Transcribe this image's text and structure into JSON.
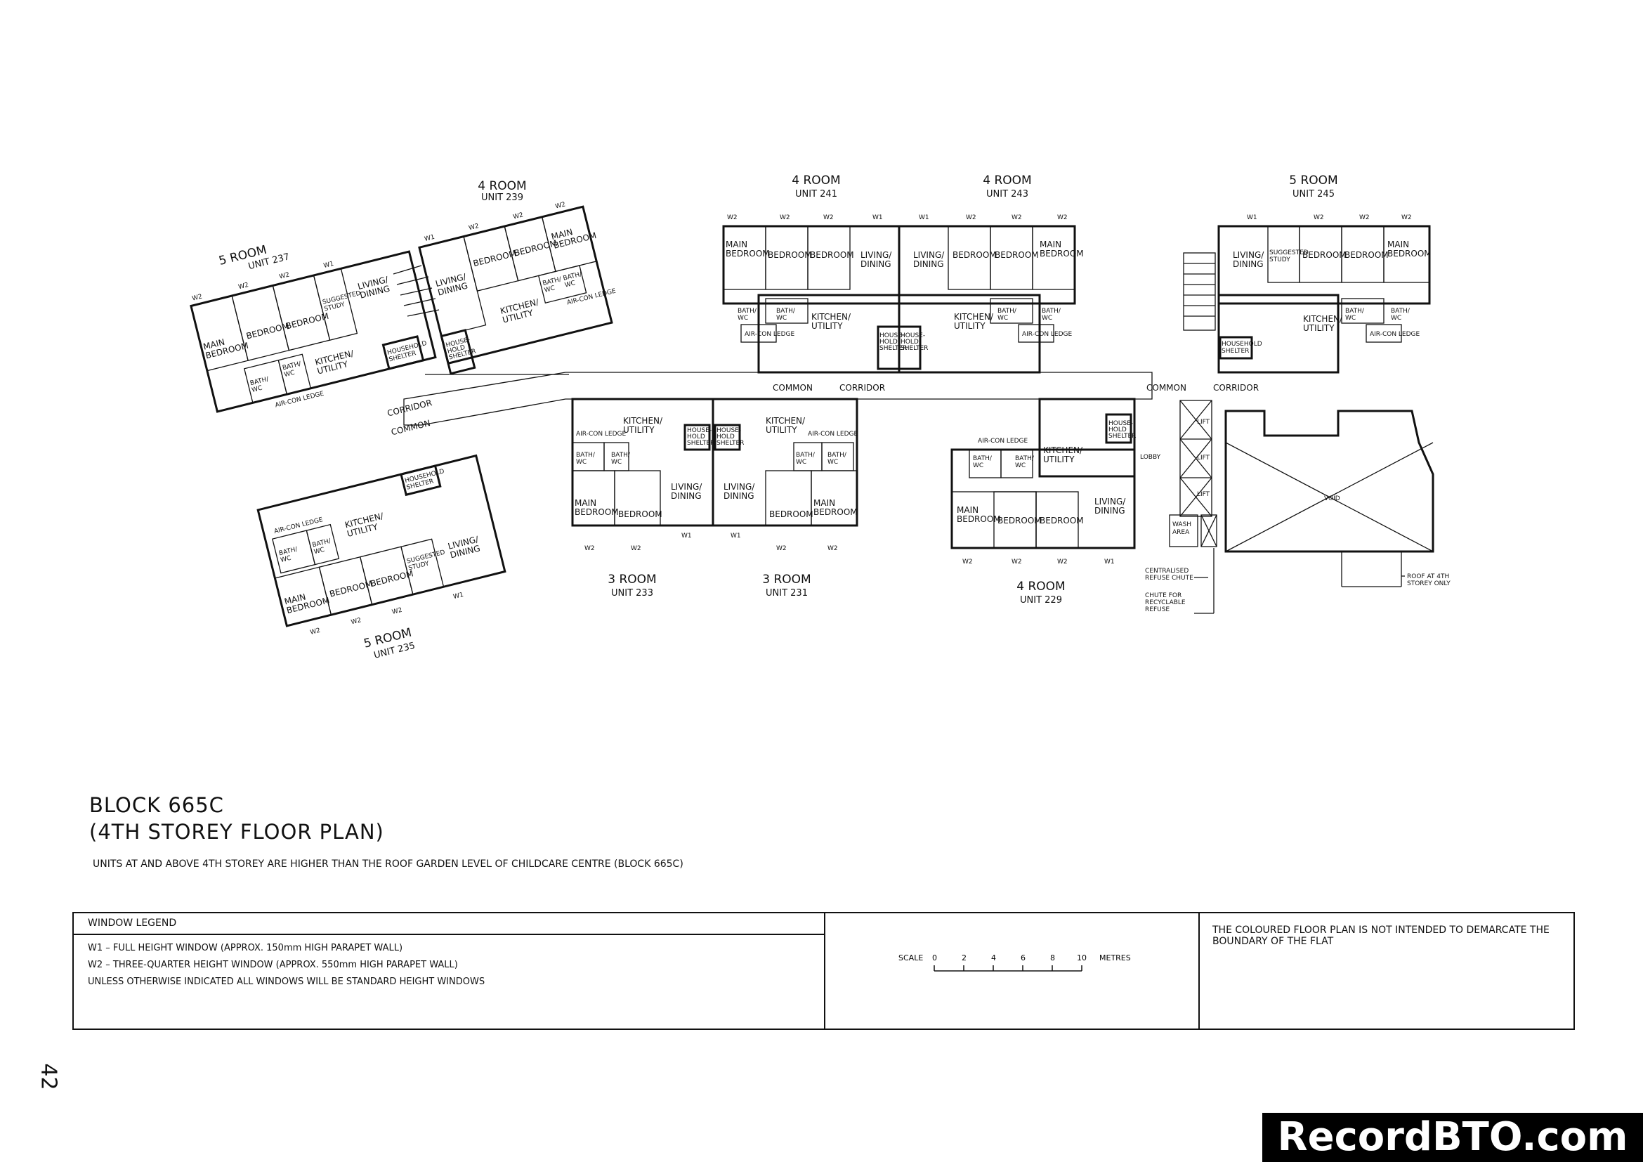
{
  "block": {
    "line1": "BLOCK 665C",
    "line2": "(4TH STOREY FLOOR PLAN)"
  },
  "note": "UNITS AT AND ABOVE 4TH STOREY ARE HIGHER THAN THE ROOF GARDEN LEVEL OF CHILDCARE CENTRE (BLOCK 665C)",
  "colors": {
    "five_room": "#bfe3d5",
    "four_room": "#f6f27e",
    "three_room": "#f6c0a2"
  },
  "units": [
    {
      "type": "5 ROOM",
      "unit": "UNIT 237"
    },
    {
      "type": "4 ROOM",
      "unit": "UNIT 239"
    },
    {
      "type": "4 ROOM",
      "unit": "UNIT 241"
    },
    {
      "type": "4 ROOM",
      "unit": "UNIT 243"
    },
    {
      "type": "5 ROOM",
      "unit": "UNIT 245"
    },
    {
      "type": "5 ROOM",
      "unit": "UNIT 235"
    },
    {
      "type": "3 ROOM",
      "unit": "UNIT 233"
    },
    {
      "type": "3 ROOM",
      "unit": "UNIT 231"
    },
    {
      "type": "4 ROOM",
      "unit": "UNIT 229"
    }
  ],
  "rooms": {
    "main_bedroom": [
      "MAIN",
      "BEDROOM"
    ],
    "bedroom": "BEDROOM",
    "living_dining": [
      "LIVING/",
      "DINING"
    ],
    "kitchen_utility": [
      "KITCHEN/",
      "UTILITY"
    ],
    "bath_wc": [
      "BATH/",
      "WC"
    ],
    "aircon_ledge": "AIR-CON LEDGE",
    "suggested_study": [
      "SUGGESTED",
      "STUDY"
    ],
    "household_shelter": [
      "HOUSEHOLD",
      "SHELTER"
    ],
    "household_shelter_split": [
      "HOUSE-",
      "HOLD",
      "SHELTER"
    ]
  },
  "common": {
    "common": "COMMON",
    "corridor": "CORRIDOR"
  },
  "windows": {
    "w1": "W1",
    "w2": "W2"
  },
  "services": {
    "lift": "LIFT",
    "lobby": "LOBBY",
    "wash_area": [
      "WASH",
      "AREA"
    ],
    "void": "VOID",
    "refuse_chute": [
      "CENTRALISED",
      "REFUSE CHUTE"
    ],
    "recyclable_chute": [
      "CHUTE FOR",
      "RECYCLABLE",
      "REFUSE"
    ],
    "roof": [
      "ROOF AT 4TH",
      "STOREY ONLY"
    ]
  },
  "legend": {
    "header": "WINDOW LEGEND",
    "items": [
      "W1  –  FULL HEIGHT WINDOW (APPROX. 150mm HIGH PARAPET WALL)",
      "W2  –  THREE-QUARTER HEIGHT WINDOW (APPROX. 550mm HIGH PARAPET WALL)",
      "UNLESS OTHERWISE INDICATED ALL WINDOWS WILL BE STANDARD HEIGHT WINDOWS"
    ],
    "scale_label": "SCALE",
    "scale_ticks": [
      "0",
      "2",
      "4",
      "6",
      "8",
      "10"
    ],
    "scale_unit": "METRES",
    "disclaimer": "THE COLOURED FLOOR PLAN IS NOT INTENDED TO DEMARCATE THE BOUNDARY OF THE FLAT"
  },
  "page_number": "42",
  "brand": "RecordBTO.com"
}
